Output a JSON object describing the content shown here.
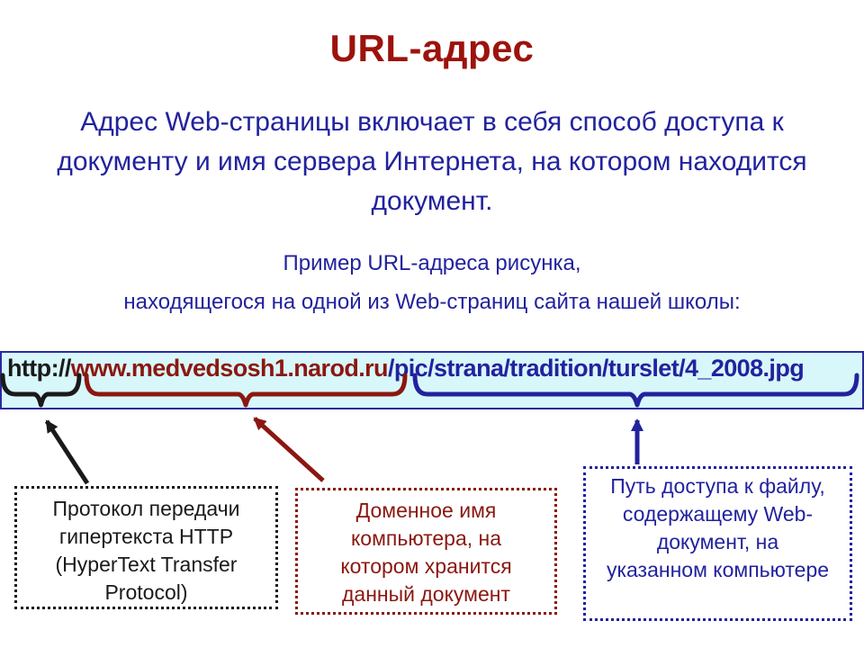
{
  "slide": {
    "title": "URL-адрес",
    "intro_lines": [
      "Адрес Web-страницы включает в себя способ доступа к",
      "документу и имя сервера Интернета, на котором находится",
      "документ."
    ],
    "example_lines": [
      "Пример URL-адреса рисунка,",
      "находящегося на одной из Web-страниц сайта нашей школы:"
    ],
    "url": {
      "protocol": "http://",
      "domain": "www.medvedsosh1.narod.ru",
      "path": "/pic/strana/tradition/turslet/4_2008.jpg"
    },
    "callouts": [
      {
        "id": "protocol",
        "lines": [
          "Протокол передачи",
          "гипертекста HTTP",
          "(HyperText Transfer",
          "Protocol)"
        ]
      },
      {
        "id": "domain",
        "lines": [
          "Доменное имя",
          "компьютера, на",
          "котором хранится",
          "данный документ"
        ]
      },
      {
        "id": "path",
        "lines": [
          "Путь доступа к файлу,",
          "содержащему Web-",
          "документ, на",
          "указанном компьютере"
        ]
      }
    ],
    "colors": {
      "title_red": "#9C130C",
      "navy": "#22229E",
      "dark_red": "#8B1710",
      "black": "#1A1A1A",
      "url_bar_bg": "#D8F7FA",
      "url_bar_border": "#2A2AA0"
    }
  }
}
